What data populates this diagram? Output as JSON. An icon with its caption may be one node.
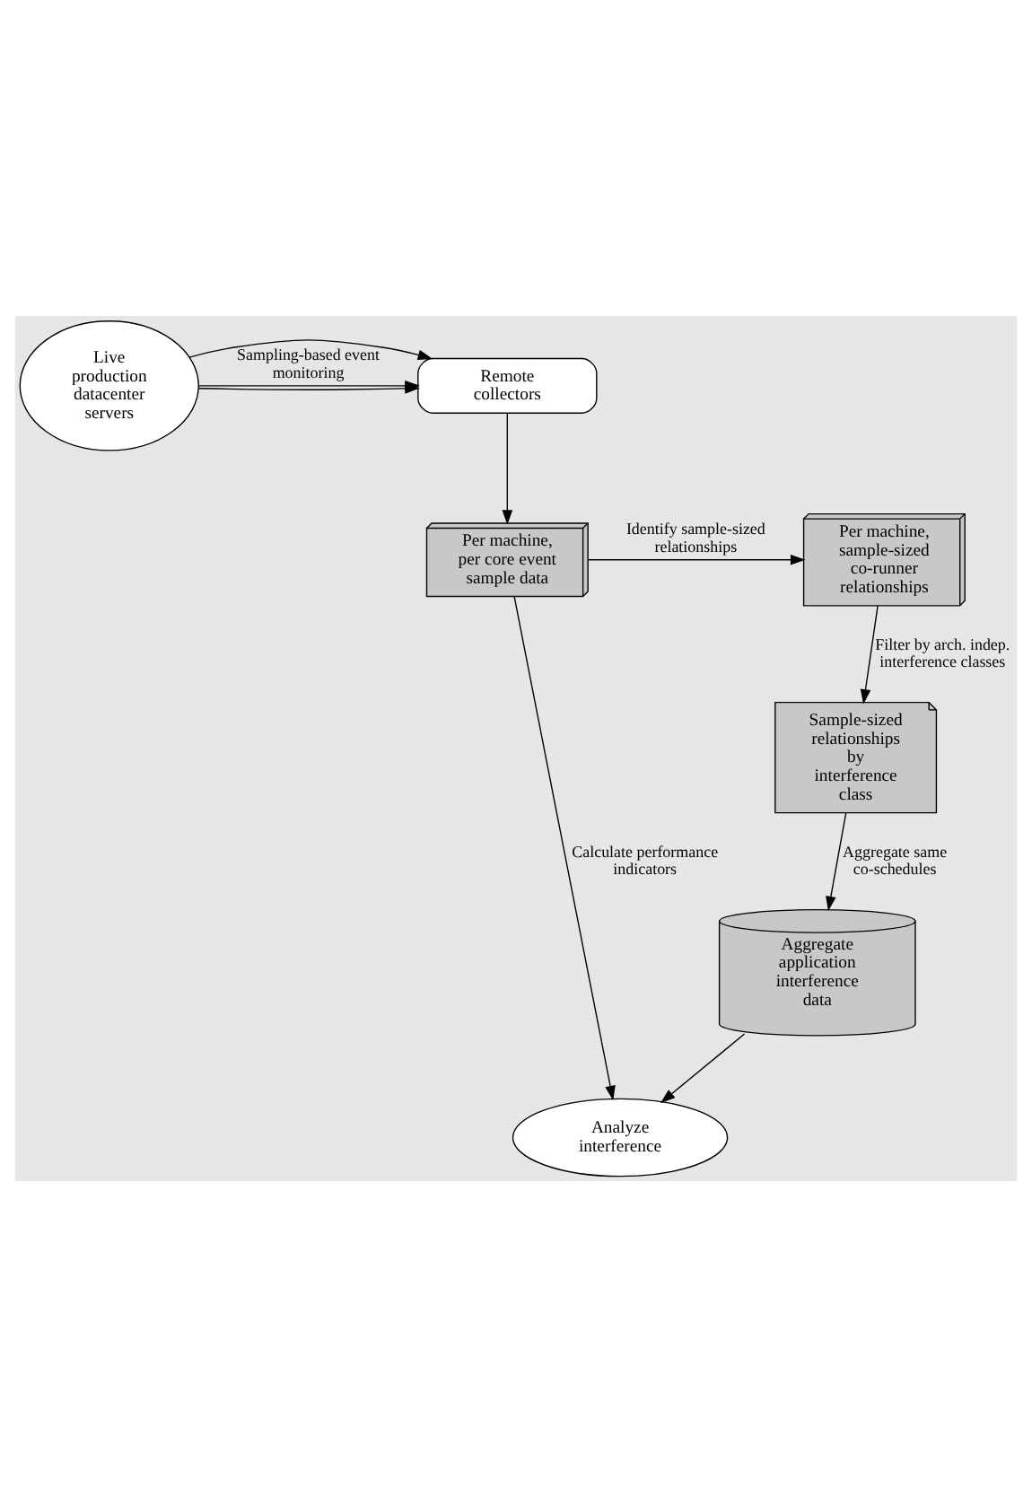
{
  "diagram": {
    "nodes": [
      {
        "text": [
          "Remote collectors"
        ]
      },
      {
        "text": [
          "Live production datacenter servers"
        ]
      },
      {
        "text": [
          "Per machine, per core event sample data"
        ]
      },
      {
        "text": [
          "Per machine, sample-sized co-runner relationships"
        ]
      },
      {
        "text": [
          "Sample-sized relationships by interference class"
        ]
      },
      {
        "text": [
          "Analyze interference"
        ]
      },
      {
        "text": [
          "Aggregate application interference data"
        ]
      }
    ],
    "edges": [
      {
        "from": 1,
        "to": 0,
        "arrow": "to",
        "label": "Sampling-based event monitoring"
      },
      {
        "from": 1,
        "to": 0,
        "arrow": "to"
      },
      {
        "from": 1,
        "to": 0,
        "arrow": "to"
      },
      {
        "from": 0,
        "to": 2,
        "arrow": "to"
      },
      {
        "from": 2,
        "to": 3,
        "arrow": "to",
        "label": "Identify sample-sized relationships"
      },
      {
        "from": 3,
        "to": 4,
        "arrow": "to",
        "label": "Filter by arch. indep. interference classes"
      },
      {
        "from": 2,
        "to": 5,
        "arrow": "to",
        "label": "Calculate performance indicators"
      },
      {
        "from": 4,
        "to": 6,
        "arrow": "to",
        "label": "Aggregate same co-schedules"
      },
      {
        "from": 6,
        "to": 5,
        "arrow": "to"
      }
    ]
  }
}
